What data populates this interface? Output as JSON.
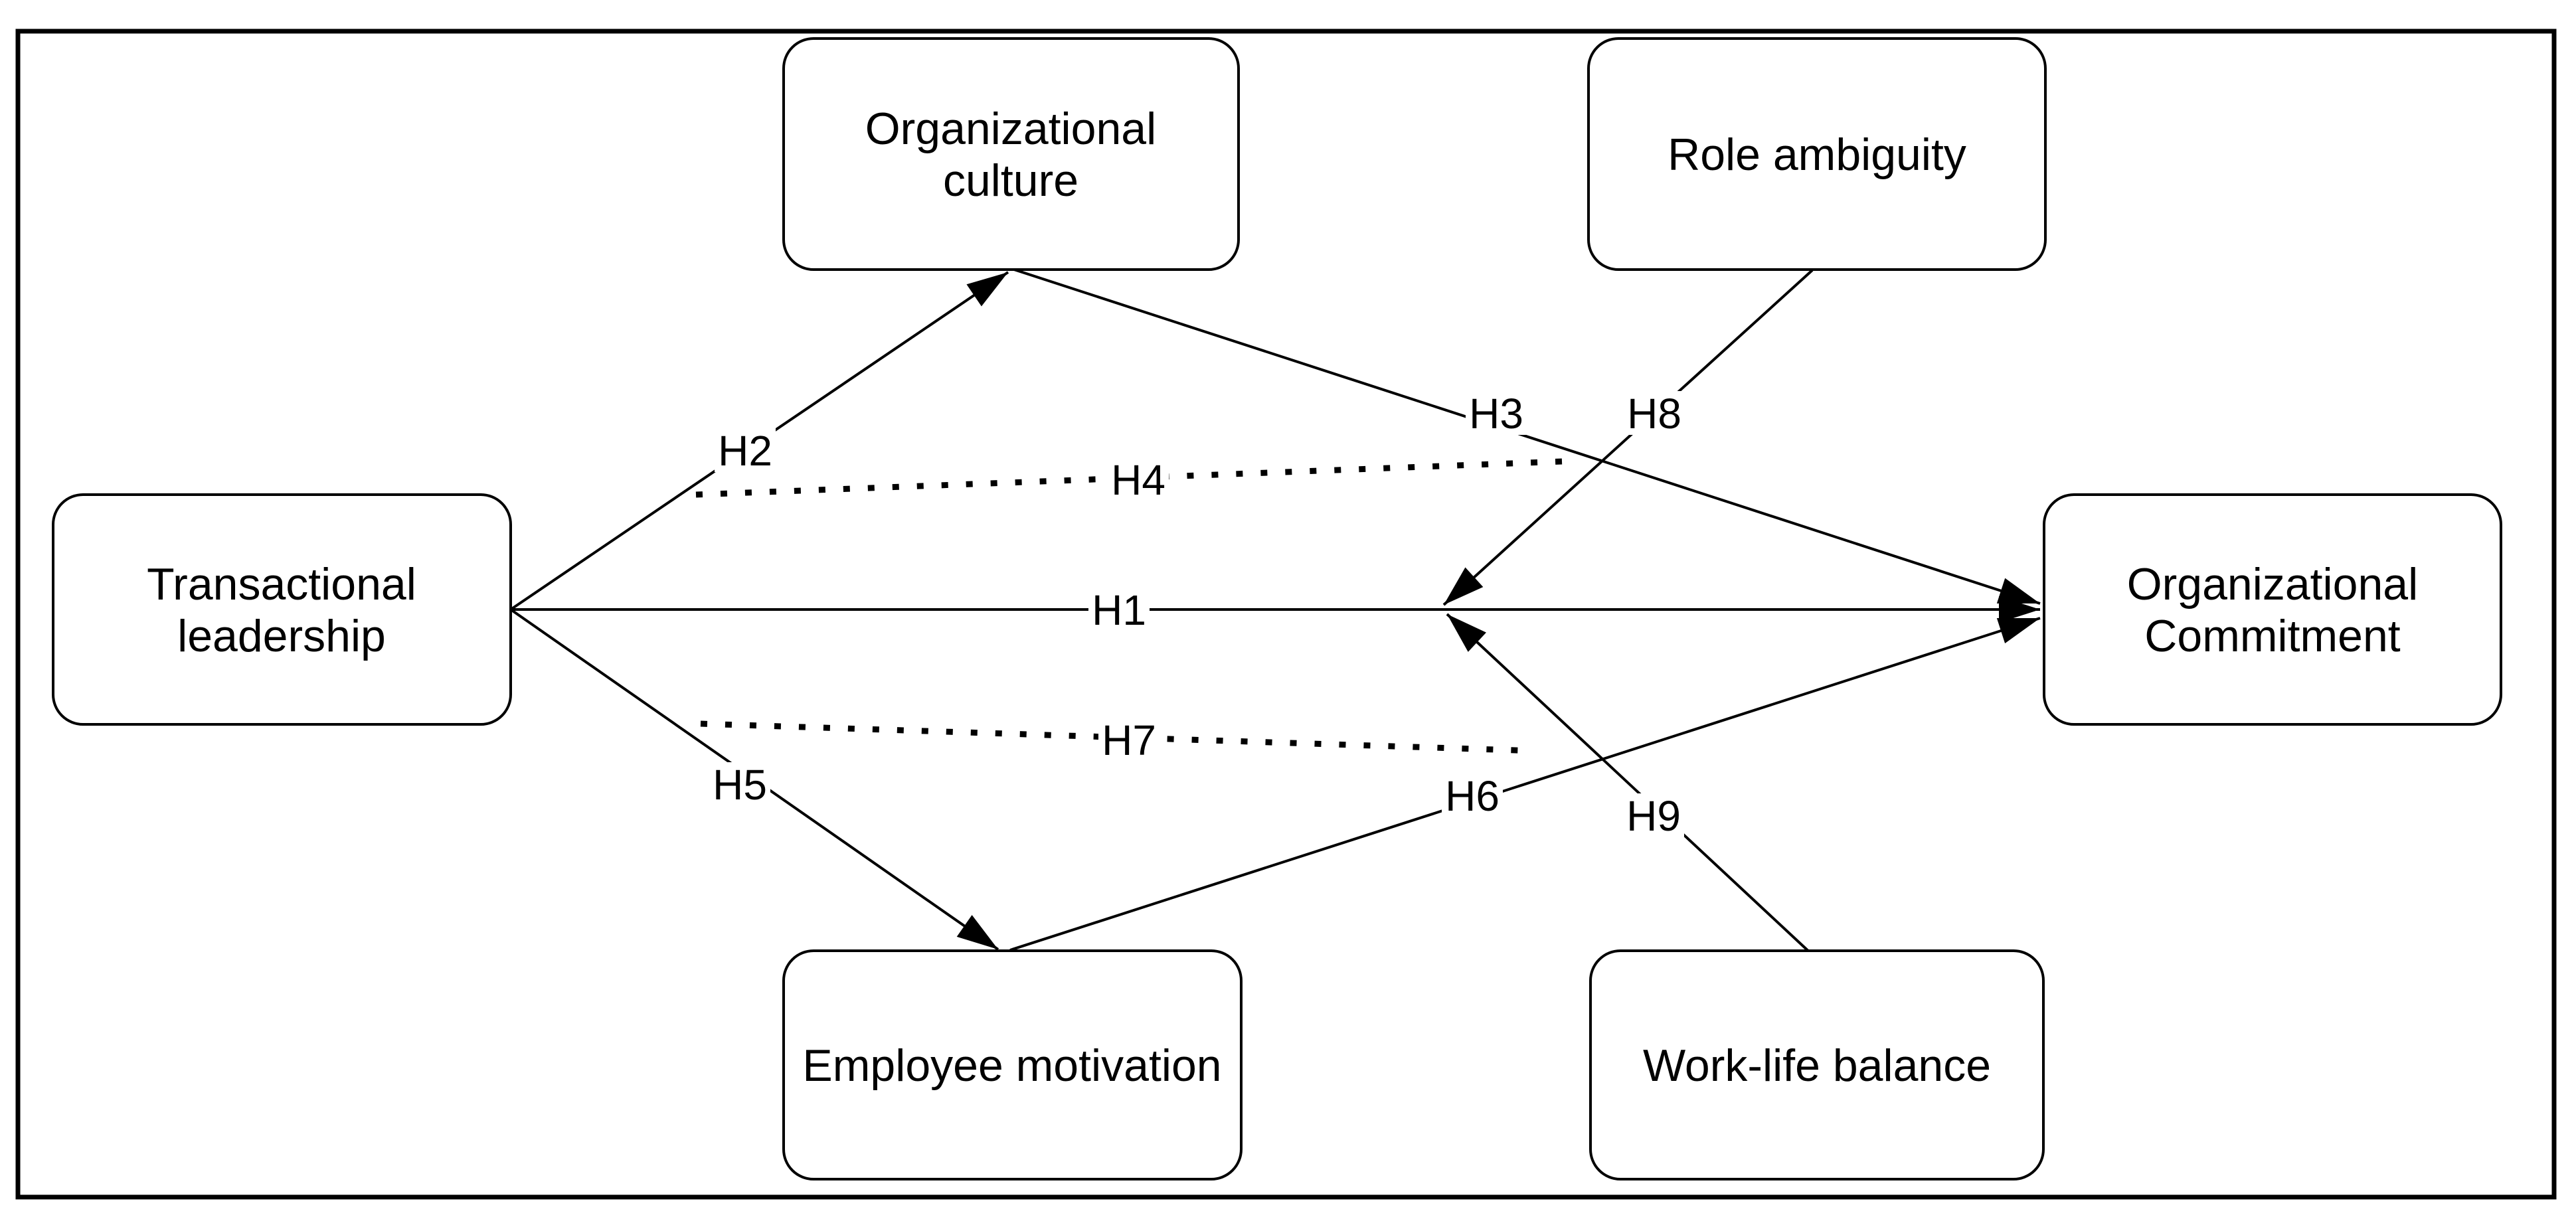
{
  "diagram": {
    "nodes": {
      "transactional_leadership": {
        "label": "Transactional leadership",
        "lines": [
          "Transactional",
          "leadership"
        ]
      },
      "organizational_culture": {
        "label": "Organizational culture",
        "lines": [
          "Organizational",
          "culture"
        ]
      },
      "role_ambiguity": {
        "label": "Role ambiguity",
        "lines": [
          "Role ambiguity"
        ]
      },
      "organizational_commitment": {
        "label": "Organizational Commitment",
        "lines": [
          "Organizational",
          "Commitment"
        ]
      },
      "employee_motivation": {
        "label": "Employee motivation",
        "lines": [
          "Employee motivation"
        ]
      },
      "work_life_balance": {
        "label": "Work-life balance",
        "lines": [
          "Work-life balance"
        ]
      }
    },
    "edges": {
      "h1": {
        "label": "H1",
        "from": "Transactional leadership",
        "to": "Organizational Commitment",
        "line_style": "solid",
        "arrow": true
      },
      "h2": {
        "label": "H2",
        "from": "Transactional leadership",
        "to": "Organizational culture",
        "line_style": "solid",
        "arrow": true
      },
      "h3": {
        "label": "H3",
        "from": "Organizational culture",
        "to": "Organizational Commitment",
        "line_style": "solid",
        "arrow": true
      },
      "h4": {
        "label": "H4",
        "from": "",
        "to": "",
        "line_style": "dotted",
        "arrow": false
      },
      "h5": {
        "label": "H5",
        "from": "Transactional leadership",
        "to": "Employee motivation",
        "line_style": "solid",
        "arrow": true
      },
      "h6": {
        "label": "H6",
        "from": "Employee motivation",
        "to": "Organizational Commitment",
        "line_style": "solid",
        "arrow": true
      },
      "h7": {
        "label": "H7",
        "from": "",
        "to": "",
        "line_style": "dotted",
        "arrow": false
      },
      "h8": {
        "label": "H8",
        "from": "Role ambiguity",
        "to": "H1 line",
        "line_style": "solid",
        "arrow": true
      },
      "h9": {
        "label": "H9",
        "from": "Work-life balance",
        "to": "H1 line",
        "line_style": "solid",
        "arrow": true
      }
    },
    "colors": {
      "line": "#000000",
      "node_fill": "#ffffff",
      "node_stroke": "#000000",
      "background": "#ffffff"
    }
  }
}
